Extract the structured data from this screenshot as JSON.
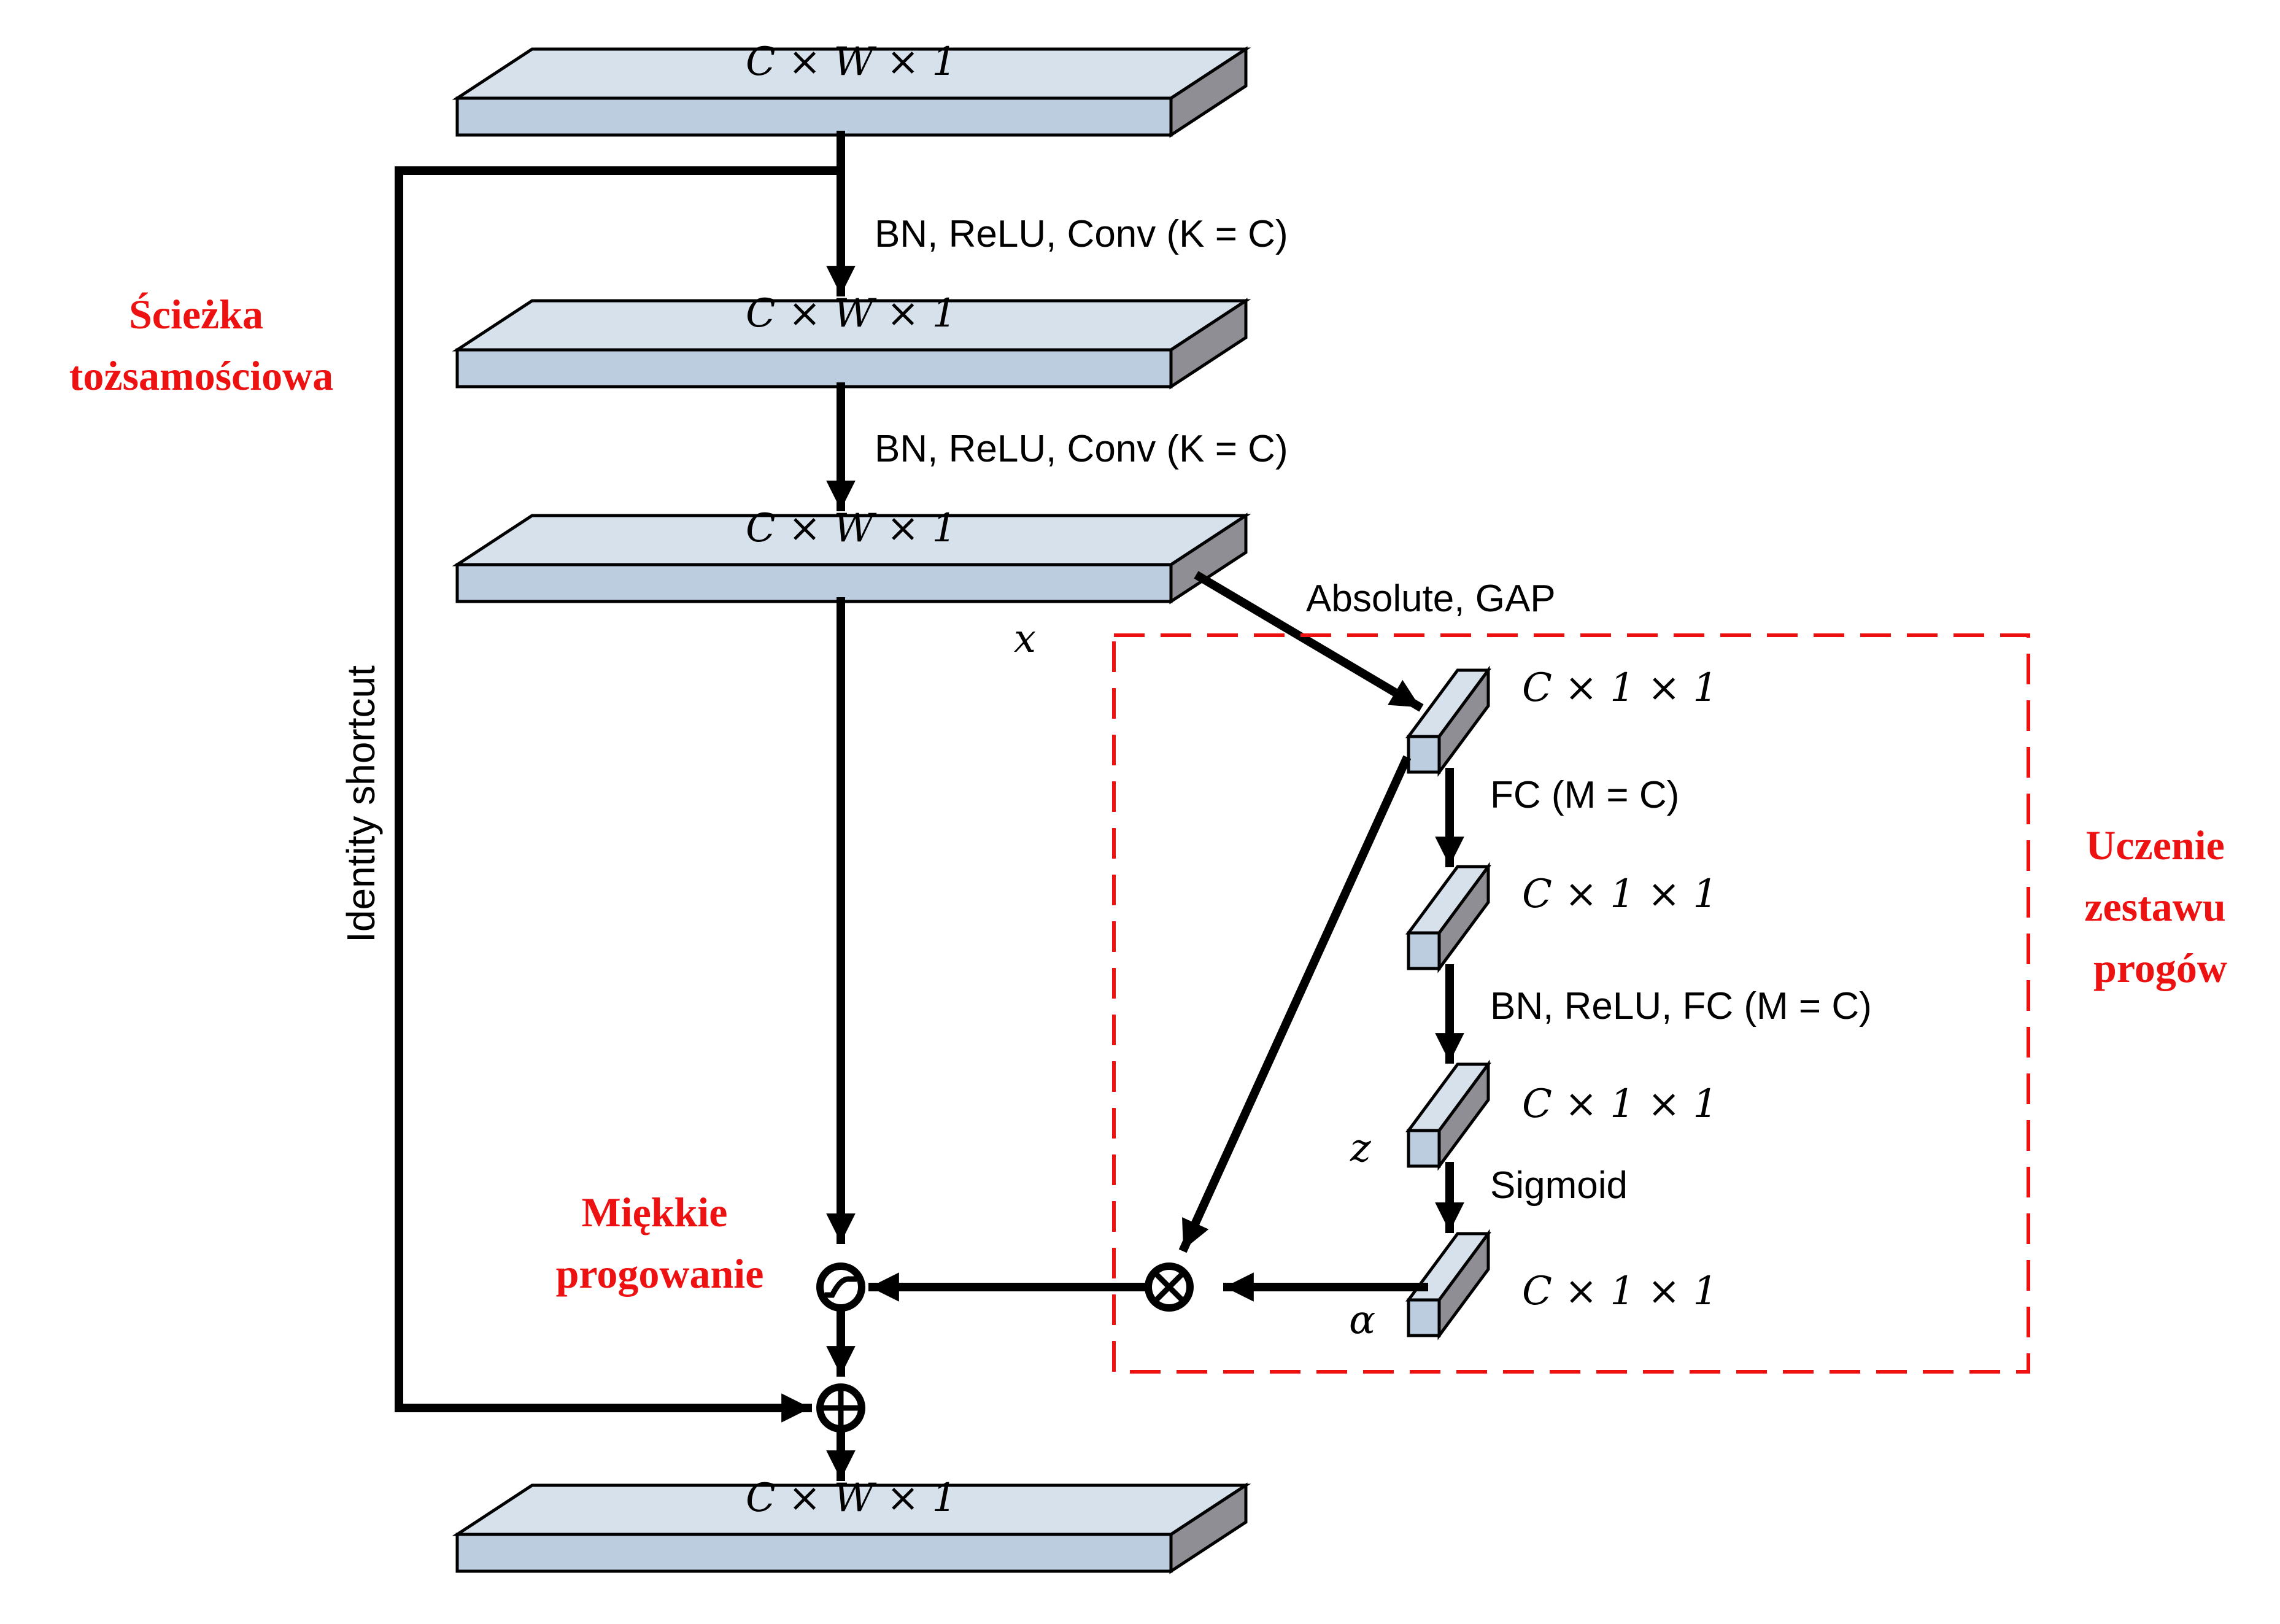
{
  "colors": {
    "block_front": "#bccde0",
    "block_top": "#d7e1ec",
    "block_side": "#8e8e94",
    "outline": "#000000",
    "annotation_red": "#ee1111"
  },
  "blocks": {
    "b1": "C × W × 1",
    "b2": "C × W × 1",
    "b3": "C × W × 1",
    "b4": "C × W × 1"
  },
  "threshold": {
    "s1": "C × 1 × 1",
    "s2": "C × 1 × 1",
    "s3": "C × 1 × 1",
    "s4": "C × 1 × 1"
  },
  "edges": {
    "conv1": "BN, ReLU, Conv (K = C)",
    "conv2": "BN, ReLU, Conv (K = C)",
    "abs_gap": "Absolute, GAP",
    "fc1": "FC (M = C)",
    "fc2": "BN, ReLU, FC (M = C)",
    "sigmoid": "Sigmoid"
  },
  "vars": {
    "x": "x",
    "z": "z",
    "alpha": "α"
  },
  "shortcut_label": "Identity shortcut",
  "annotations": {
    "identity_path": [
      "Ścieżka",
      "tożsamościowa"
    ],
    "soft_threshold": [
      "Miękkie",
      "progowanie"
    ],
    "threshold_learning": [
      "Uczenie",
      "zestawu",
      "progów"
    ]
  }
}
